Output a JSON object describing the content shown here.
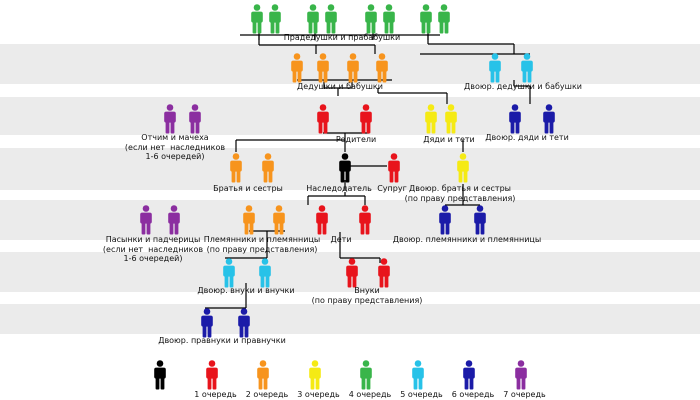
{
  "colors": {
    "black": "#000000",
    "red": "#e8141c",
    "orange": "#f7941d",
    "yellow": "#f5ea14",
    "green": "#39b54a",
    "cyan": "#27c2e8",
    "blue": "#1b1ba8",
    "purple": "#8b2ea0"
  },
  "labels": {
    "great_grandparents": "Прадедушки и прабабушки",
    "grandparents": "Дедушки и бабушки",
    "cousin_grandparents": "Двоюр. дедушки и бабушки",
    "stepparents": "Отчим и мачеха\n(если нет  наследников\n1-6 очередей)",
    "parents": "Родители",
    "uncles_aunts": "Дяди и тети",
    "cousin_uncles_aunts": "Двоюр. дяди и тети",
    "siblings": "Братья и сестры",
    "testator": "Наследодатель",
    "spouse": "Супруг",
    "cousins": "Двоюр. братья и сестры\n(по праву представления)",
    "stepchildren": "Пасынки и падчерицы\n(если нет  наследников\n1-6 очередей)",
    "nephews": "Племянники и племянницы\n(по праву представления)",
    "children": "Дети",
    "cousin_nephews": "Двоюр. племянники и племянницы",
    "grand_nephews": "Двоюр. внуки и внучки",
    "grandchildren": "Внуки\n(по праву представления)",
    "great_grand_nephews": "Двоюр. правнуки и правнучки"
  },
  "legend": [
    {
      "label": "",
      "color": "black"
    },
    {
      "label": "1 очередь",
      "color": "red"
    },
    {
      "label": "2 очередь",
      "color": "orange"
    },
    {
      "label": "3 очередь",
      "color": "yellow"
    },
    {
      "label": "4 очередь",
      "color": "green"
    },
    {
      "label": "5 очередь",
      "color": "cyan"
    },
    {
      "label": "6 очередь",
      "color": "blue"
    },
    {
      "label": "7 очередь",
      "color": "purple"
    }
  ]
}
